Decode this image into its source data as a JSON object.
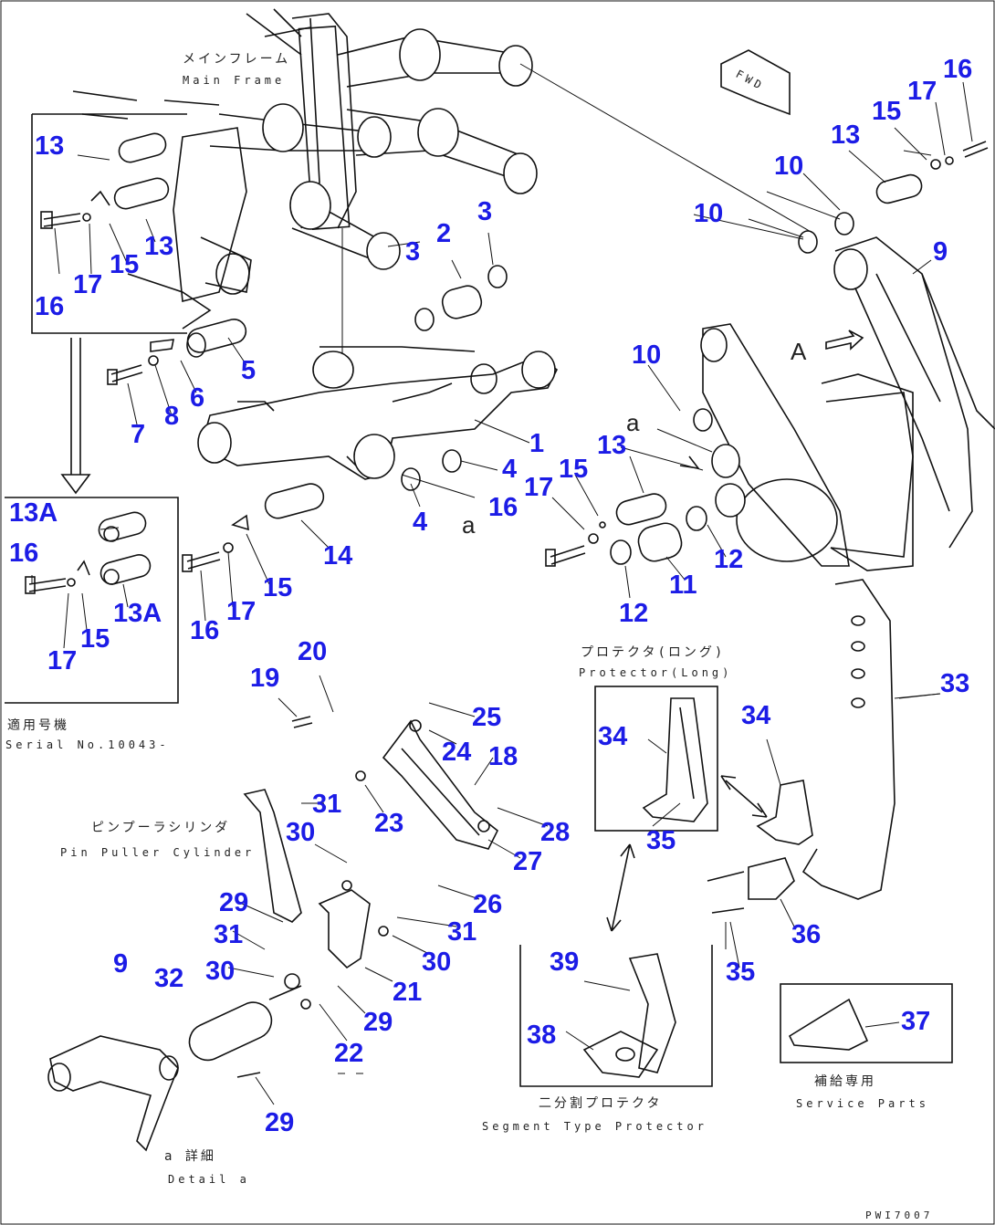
{
  "labels": {
    "main_frame_jp": "メインフレーム",
    "main_frame_en": "Main Frame",
    "serial_jp": "適用号機",
    "serial_en": "Serial No.10043-",
    "protector_long_jp": "プロテクタ(ロング)",
    "protector_long_en": "Protector(Long)",
    "pin_puller_jp": "ピンプーラシリンダ",
    "pin_puller_en": "Pin Puller Cylinder",
    "segment_jp": "二分割プロテクタ",
    "segment_en": "Segment Type Protector",
    "service_jp": "補給専用",
    "service_en": "Service Parts",
    "detail_jp": "a 詳細",
    "detail_en": "Detail a",
    "fwd": "FWD",
    "view_a": "A",
    "ref_a1": "a",
    "ref_a2": "a",
    "drawing_code": "PWI7007"
  },
  "parts": [
    {
      "id": "p13-1",
      "text": "13"
    },
    {
      "id": "p13-2",
      "text": "13"
    },
    {
      "id": "p15-1",
      "text": "15"
    },
    {
      "id": "p17-1",
      "text": "17"
    },
    {
      "id": "p16-1",
      "text": "16"
    },
    {
      "id": "p3-1",
      "text": "3"
    },
    {
      "id": "p3-2",
      "text": "3"
    },
    {
      "id": "p2",
      "text": "2"
    },
    {
      "id": "p5",
      "text": "5"
    },
    {
      "id": "p6",
      "text": "6"
    },
    {
      "id": "p8",
      "text": "8"
    },
    {
      "id": "p7",
      "text": "7"
    },
    {
      "id": "p1",
      "text": "1"
    },
    {
      "id": "p4-1",
      "text": "4"
    },
    {
      "id": "p4-2",
      "text": "4"
    },
    {
      "id": "p16-2",
      "text": "16"
    },
    {
      "id": "p14",
      "text": "14"
    },
    {
      "id": "p15-2",
      "text": "15"
    },
    {
      "id": "p17-2",
      "text": "17"
    },
    {
      "id": "p16-3",
      "text": "16"
    },
    {
      "id": "p13a-1",
      "text": "13A"
    },
    {
      "id": "p16-4",
      "text": "16"
    },
    {
      "id": "p13a-2",
      "text": "13A"
    },
    {
      "id": "p15-3",
      "text": "15"
    },
    {
      "id": "p17-3",
      "text": "17"
    },
    {
      "id": "p16-5",
      "text": "16"
    },
    {
      "id": "p17-4",
      "text": "17"
    },
    {
      "id": "p15-4",
      "text": "15"
    },
    {
      "id": "p13-3",
      "text": "13"
    },
    {
      "id": "p10-1",
      "text": "10"
    },
    {
      "id": "p10-2",
      "text": "10"
    },
    {
      "id": "p9-1",
      "text": "9"
    },
    {
      "id": "p10-3",
      "text": "10"
    },
    {
      "id": "p13-4",
      "text": "13"
    },
    {
      "id": "p15-5",
      "text": "15"
    },
    {
      "id": "p17-5",
      "text": "17"
    },
    {
      "id": "p12-1",
      "text": "12"
    },
    {
      "id": "p11",
      "text": "11"
    },
    {
      "id": "p12-2",
      "text": "12"
    },
    {
      "id": "p20",
      "text": "20"
    },
    {
      "id": "p19",
      "text": "19"
    },
    {
      "id": "p25",
      "text": "25"
    },
    {
      "id": "p24",
      "text": "24"
    },
    {
      "id": "p18",
      "text": "18"
    },
    {
      "id": "p31-1",
      "text": "31"
    },
    {
      "id": "p23",
      "text": "23"
    },
    {
      "id": "p30-1",
      "text": "30"
    },
    {
      "id": "p28",
      "text": "28"
    },
    {
      "id": "p27",
      "text": "27"
    },
    {
      "id": "p26",
      "text": "26"
    },
    {
      "id": "p29-1",
      "text": "29"
    },
    {
      "id": "p31-2",
      "text": "31"
    },
    {
      "id": "p31-3",
      "text": "31"
    },
    {
      "id": "p30-2",
      "text": "30"
    },
    {
      "id": "p30-3",
      "text": "30"
    },
    {
      "id": "p9-2",
      "text": "9"
    },
    {
      "id": "p32",
      "text": "32"
    },
    {
      "id": "p21",
      "text": "21"
    },
    {
      "id": "p29-2",
      "text": "29"
    },
    {
      "id": "p22",
      "text": "22"
    },
    {
      "id": "p29-3",
      "text": "29"
    },
    {
      "id": "p33",
      "text": "33"
    },
    {
      "id": "p34-1",
      "text": "34"
    },
    {
      "id": "p34-2",
      "text": "34"
    },
    {
      "id": "p35-1",
      "text": "35"
    },
    {
      "id": "p36",
      "text": "36"
    },
    {
      "id": "p35-2",
      "text": "35"
    },
    {
      "id": "p39",
      "text": "39"
    },
    {
      "id": "p38",
      "text": "38"
    },
    {
      "id": "p37",
      "text": "37"
    }
  ]
}
